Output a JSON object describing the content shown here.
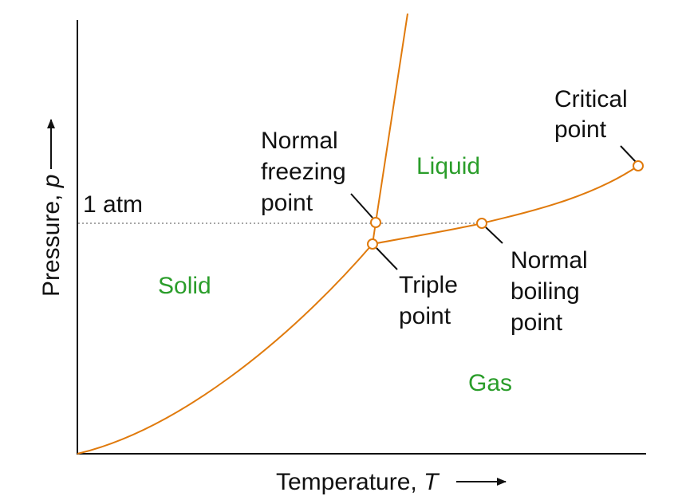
{
  "colors": {
    "curve": "#e07a0c",
    "region_text": "#2a9d2a",
    "text": "#111111",
    "axis": "#111111",
    "reference_line": "#888888"
  },
  "axes": {
    "x_title": "Temperature, ",
    "x_symbol": "T",
    "y_title": "Pressure, ",
    "y_symbol": "p"
  },
  "reference": {
    "label": "1 atm"
  },
  "regions": {
    "solid": "Solid",
    "liquid": "Liquid",
    "gas": "Gas"
  },
  "points": {
    "critical": [
      "Critical",
      "point"
    ],
    "freezing": [
      "Normal",
      "freezing",
      "point"
    ],
    "triple": [
      "Triple",
      "point"
    ],
    "boiling": [
      "Normal",
      "boiling",
      "point"
    ]
  }
}
